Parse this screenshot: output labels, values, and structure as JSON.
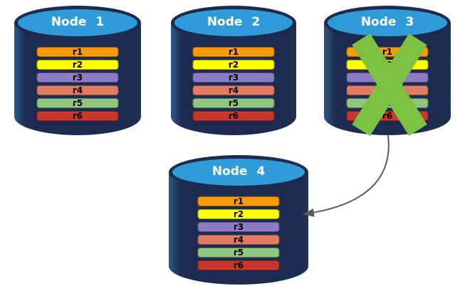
{
  "nodes": [
    {
      "title": "Node 1",
      "failed": false,
      "records": [
        "r1",
        "r2",
        "r3",
        "r4",
        "r5",
        "r6"
      ]
    },
    {
      "title": "Node 2",
      "failed": false,
      "records": [
        "r1",
        "r2",
        "r3",
        "r4",
        "r5",
        "r6"
      ]
    },
    {
      "title": "Node 3",
      "failed": true,
      "records": [
        "r1",
        "r2",
        "r3",
        "r4",
        "r5",
        "r6"
      ]
    },
    {
      "title": "Node 4",
      "failed": false,
      "records": [
        "r1",
        "r2",
        "r3",
        "r4",
        "r5",
        "r6"
      ]
    }
  ],
  "record_colors": {
    "r1": "#F79A08",
    "r2": "#FEFF00",
    "r3": "#8C7CC4",
    "r4": "#E07B66",
    "r5": "#90C67E",
    "r6": "#C8392B"
  },
  "colors": {
    "cylinder_top": "#2F9CD9",
    "cylinder_body": "#1C2B50",
    "failure_x": "#7CC142",
    "arrow": "#5A5A5A"
  },
  "arrow": {
    "from": "Node 3",
    "to": "Node 4"
  }
}
